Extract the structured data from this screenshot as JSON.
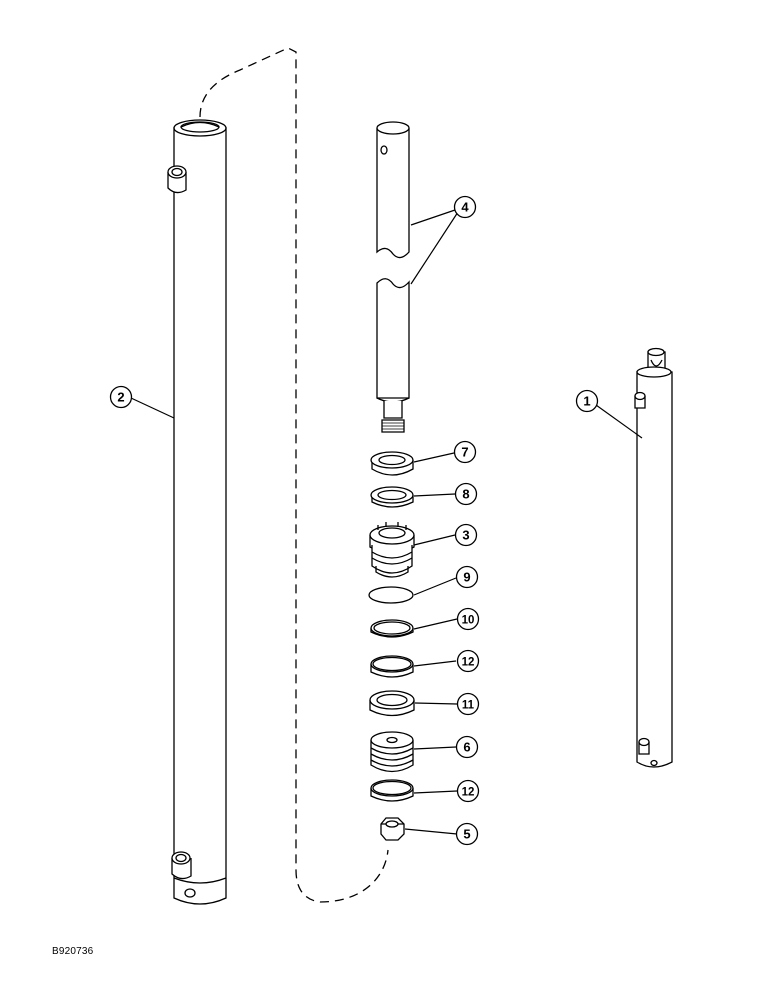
{
  "figure_code": "B920736",
  "callouts": [
    {
      "id": "c1",
      "label": "1"
    },
    {
      "id": "c2",
      "label": "2"
    },
    {
      "id": "c3",
      "label": "3"
    },
    {
      "id": "c4",
      "label": "4"
    },
    {
      "id": "c5",
      "label": "5"
    },
    {
      "id": "c6",
      "label": "6"
    },
    {
      "id": "c7",
      "label": "7"
    },
    {
      "id": "c8",
      "label": "8"
    },
    {
      "id": "c9",
      "label": "9"
    },
    {
      "id": "c10",
      "label": "10"
    },
    {
      "id": "c11",
      "label": "11"
    },
    {
      "id": "c12a",
      "label": "12"
    },
    {
      "id": "c12b",
      "label": "12"
    }
  ]
}
